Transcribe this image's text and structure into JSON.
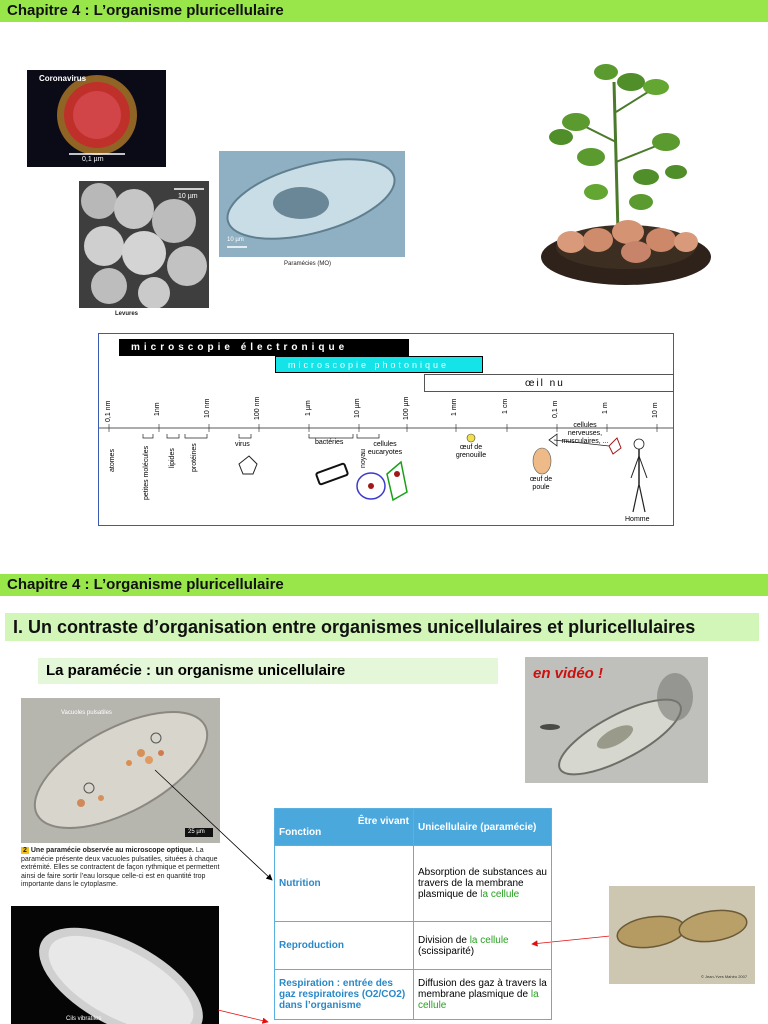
{
  "banner1": "Chapitre 4 : L’organisme pluricellulaire",
  "banner2": "Chapitre 4 : L’organisme pluricellulaire",
  "photos": {
    "coronavirus_label": "Coronavirus",
    "coronavirus_scale": "0,1 µm",
    "yeast_scale": "10 µm",
    "yeast_caption": "Levures",
    "paramecium_scale": "10 µm",
    "paramecium_caption": "Paramécies (MO)"
  },
  "scale": {
    "electron": "microscopie électronique",
    "optical": "microscopie photonique",
    "eye": "œil nu",
    "ticks": [
      "0,1 nm",
      "1nm",
      "10 nm",
      "100 nm",
      "1 µm",
      "10 µm",
      "100 µm",
      "1 mm",
      "1 cm",
      "0,1 m",
      "1 m",
      "10 m"
    ],
    "objects": {
      "atomes": "atomes",
      "petites_molecules": "petites molécules",
      "lipides": "lipides",
      "proteines": "protéines",
      "virus": "virus",
      "bacteries": "bactéries",
      "noyau": "noyau",
      "cellules_euc": "cellules eucaryotes",
      "oeuf_grenouille": "œuf de grenouille",
      "cellules_nerv": "cellules nerveuses, musculaires, ...",
      "oeuf_poule": "œuf de poule",
      "homme": "Homme"
    }
  },
  "section_title": "I. Un contraste d’organisation entre organismes unicellulaires et pluricellulaires",
  "sub_title": "La paramécie : un organisme unicellulaire",
  "video_label": "en vidéo !",
  "figure2": {
    "label_vac": "Vacuoles pulsatiles",
    "scale": "25 µm",
    "num": "2",
    "caption_bold": "Une paramécie observée au microscope optique.",
    "caption": " La paramécie présente deux vacuoles pulsatiles, situées à chaque extrémité. Elles se contractent de façon rythmique et permettent ainsi de faire sortir l’eau lorsque celle-ci est en quantité trop importante dans le cytoplasme.",
    "label_cils": "Cils vibratiles"
  },
  "table": {
    "head_etre": "Être vivant",
    "head_fonction": "Fonction",
    "head_uni": "Unicellulaire (paramécie)",
    "rows": [
      {
        "f": "Nutrition",
        "d1": "Absorption de substances au travers de la membrane plasmique de ",
        "dg": "la cellule",
        "d2": ""
      },
      {
        "f": "Reproduction",
        "d1": "Division de ",
        "dg": "la cellule",
        "d2": " (scissiparité)"
      },
      {
        "f": "Respiration : entrée des gaz respiratoires (O2/CO2) dans l’organisme",
        "d1": "Diffusion des gaz à travers la membrane plasmique de ",
        "dg": "la cellule",
        "d2": ""
      }
    ]
  },
  "division_caption": "© Jean-Yves Mahéo 2007"
}
